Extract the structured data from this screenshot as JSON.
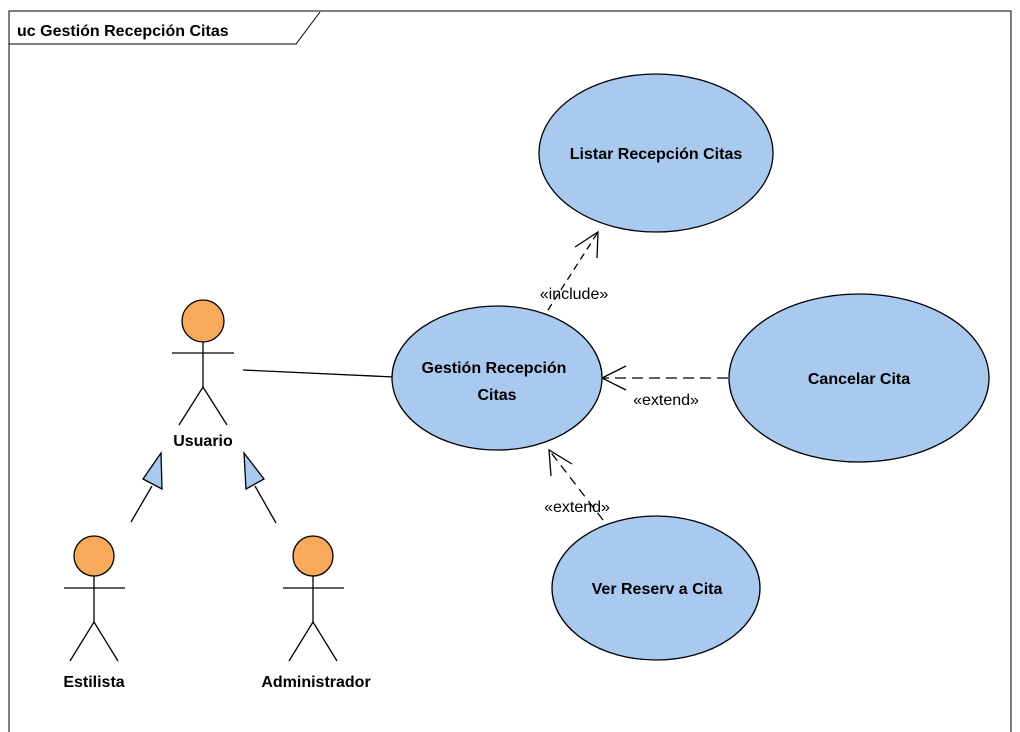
{
  "frame": {
    "title": "uc Gestión Recepción Citas"
  },
  "actors": [
    {
      "id": "usuario",
      "label": "Usuario"
    },
    {
      "id": "estilista",
      "label": "Estilista"
    },
    {
      "id": "administrador",
      "label": "Administrador"
    }
  ],
  "use_cases": [
    {
      "id": "listar",
      "lines": [
        "Listar Recepción Citas"
      ]
    },
    {
      "id": "gestion",
      "lines": [
        "Gestión Recepción",
        "Citas"
      ]
    },
    {
      "id": "cancelar",
      "lines": [
        "Cancelar Cita"
      ]
    },
    {
      "id": "ver",
      "lines": [
        "Ver Reserv a Cita"
      ]
    }
  ],
  "relations": {
    "include": "«include»",
    "extend_cancelar": "«extend»",
    "extend_ver": "«extend»"
  },
  "colors": {
    "use_case_fill": "#a9c9ef",
    "actor_head_fill": "#f8a95a",
    "generalization_fill": "#a9c9ef",
    "line": "#000000"
  }
}
